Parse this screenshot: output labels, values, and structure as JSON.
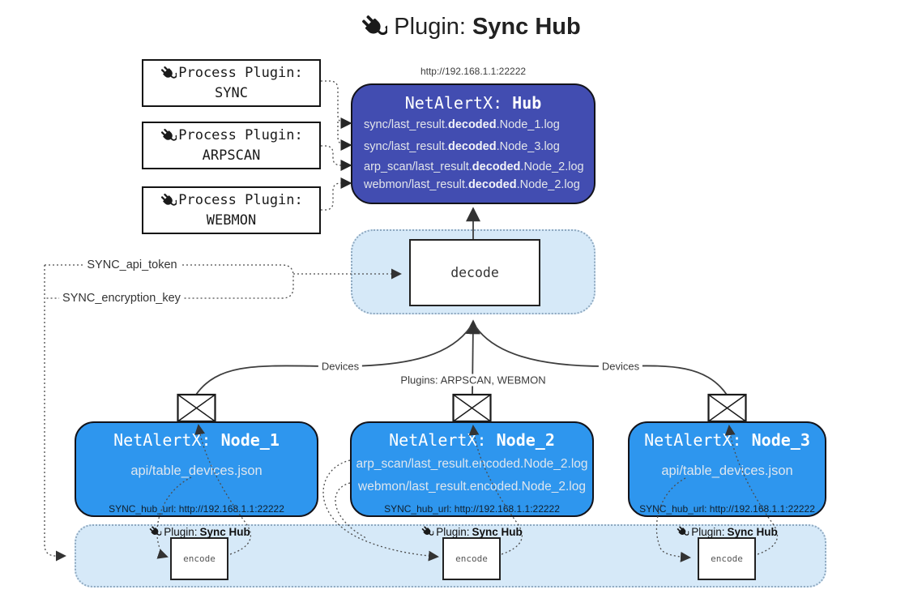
{
  "title": {
    "icon": "plug-icon",
    "prefix": "Plugin:",
    "name": "Sync Hub"
  },
  "hub": {
    "url": "http://192.168.1.1:22222",
    "title_prefix": "NetAlertX:",
    "title_name": "Hub",
    "lines": [
      {
        "pre": "sync/last_result.",
        "bold": "decoded",
        "post": ".Node_1.log"
      },
      {
        "pre": "sync/last_result.",
        "bold": "decoded",
        "post": ".Node_3.log"
      },
      {
        "pre": "arp_scan/last_result.",
        "bold": "decoded",
        "post": ".Node_2.log"
      },
      {
        "pre": "webmon/last_result.",
        "bold": "decoded",
        "post": ".Node_2.log"
      }
    ]
  },
  "process_plugins": [
    {
      "label": "Process Plugin:",
      "name": "SYNC"
    },
    {
      "label": "Process Plugin:",
      "name": "ARPSCAN"
    },
    {
      "label": "Process Plugin:",
      "name": "WEBMON"
    }
  ],
  "decode_label": "decode",
  "secrets": {
    "api_token": "SYNC_api_token",
    "encryption_key": "SYNC_encryption_key"
  },
  "edge_labels": {
    "devices_left": "Devices",
    "plugins_center": "Plugins: ARPSCAN, WEBMON",
    "devices_right": "Devices"
  },
  "nodes": [
    {
      "title_prefix": "NetAlertX:",
      "title_name": "Node_1",
      "files": [
        "api/table_devices.json"
      ],
      "hub_url": "SYNC_hub_url: http://192.168.1.1:22222"
    },
    {
      "title_prefix": "NetAlertX:",
      "title_name": "Node_2",
      "files": [
        "arp_scan/last_result.encoded.Node_2.log",
        "webmon/last_result.encoded.Node_2.log"
      ],
      "hub_url": "SYNC_hub_url: http://192.168.1.1:22222"
    },
    {
      "title_prefix": "NetAlertX:",
      "title_name": "Node_3",
      "files": [
        "api/table_devices.json"
      ],
      "hub_url": "SYNC_hub_url: http://192.168.1.1:22222"
    }
  ],
  "encoders": [
    {
      "plugin_prefix": "Plugin:",
      "plugin_name": "Sync Hub",
      "label": "encode"
    },
    {
      "plugin_prefix": "Plugin:",
      "plugin_name": "Sync Hub",
      "label": "encode"
    },
    {
      "plugin_prefix": "Plugin:",
      "plugin_name": "Sync Hub",
      "label": "encode"
    }
  ],
  "colors": {
    "hub_fill": "#424db1",
    "node_fill": "#2e96ee",
    "band_fill": "#d6e9f8",
    "band_border": "#8fa9c0"
  }
}
